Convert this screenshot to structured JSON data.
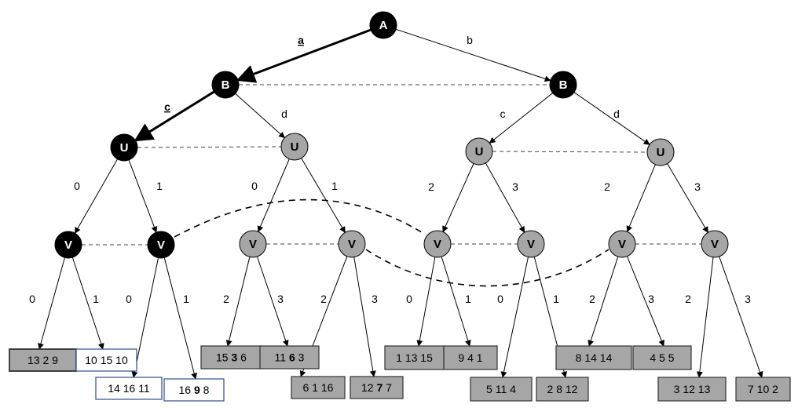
{
  "style": {
    "black_node": "#000000",
    "grey_node": "#a6a6a6",
    "leaf_grey": "#a6a6a6",
    "leaf_border": "#2f4d8a"
  },
  "nodes": [
    {
      "id": "A",
      "label": "A",
      "fill": "black"
    },
    {
      "id": "B1",
      "label": "B",
      "fill": "black"
    },
    {
      "id": "B2",
      "label": "B",
      "fill": "black"
    },
    {
      "id": "U1",
      "label": "U",
      "fill": "black"
    },
    {
      "id": "U2",
      "label": "U",
      "fill": "grey"
    },
    {
      "id": "U3",
      "label": "U",
      "fill": "grey"
    },
    {
      "id": "U4",
      "label": "U",
      "fill": "grey"
    },
    {
      "id": "V1",
      "label": "V",
      "fill": "black"
    },
    {
      "id": "V2",
      "label": "V",
      "fill": "black"
    },
    {
      "id": "V3",
      "label": "V",
      "fill": "grey"
    },
    {
      "id": "V4",
      "label": "V",
      "fill": "grey"
    },
    {
      "id": "V5",
      "label": "V",
      "fill": "grey"
    },
    {
      "id": "V6",
      "label": "V",
      "fill": "grey"
    },
    {
      "id": "V7",
      "label": "V",
      "fill": "grey"
    },
    {
      "id": "V8",
      "label": "V",
      "fill": "grey"
    }
  ],
  "edges": [
    {
      "from": "A",
      "to": "B1",
      "label": "a",
      "bold": true,
      "underline": true
    },
    {
      "from": "A",
      "to": "B2",
      "label": "b",
      "bold": false,
      "underline": false
    },
    {
      "from": "B1",
      "to": "U1",
      "label": "c",
      "bold": true,
      "underline": true
    },
    {
      "from": "B1",
      "to": "U2",
      "label": "d",
      "bold": false,
      "underline": false
    },
    {
      "from": "B2",
      "to": "U3",
      "label": "c",
      "bold": false,
      "underline": false
    },
    {
      "from": "B2",
      "to": "U4",
      "label": "d",
      "bold": false,
      "underline": false
    },
    {
      "from": "U1",
      "to": "V1",
      "label": "0"
    },
    {
      "from": "U1",
      "to": "V2",
      "label": "1"
    },
    {
      "from": "U2",
      "to": "V3",
      "label": "0"
    },
    {
      "from": "U2",
      "to": "V4",
      "label": "1"
    },
    {
      "from": "U3",
      "to": "V5",
      "label": "2"
    },
    {
      "from": "U3",
      "to": "V6",
      "label": "3"
    },
    {
      "from": "U4",
      "to": "V7",
      "label": "2"
    },
    {
      "from": "U4",
      "to": "V8",
      "label": "3"
    },
    {
      "from": "V1",
      "to": "L1",
      "label": "0"
    },
    {
      "from": "V1",
      "to": "L2",
      "label": "1"
    },
    {
      "from": "V2",
      "to": "L3",
      "label": "0"
    },
    {
      "from": "V2",
      "to": "L4",
      "label": "1"
    },
    {
      "from": "V3",
      "to": "L5",
      "label": "2"
    },
    {
      "from": "V3",
      "to": "L6",
      "label": "3"
    },
    {
      "from": "V4",
      "to": "L7",
      "label": "2"
    },
    {
      "from": "V4",
      "to": "L8",
      "label": "3"
    },
    {
      "from": "V5",
      "to": "L9",
      "label": "0"
    },
    {
      "from": "V5",
      "to": "L10",
      "label": "1"
    },
    {
      "from": "V6",
      "to": "L11",
      "label": "0"
    },
    {
      "from": "V6",
      "to": "L12",
      "label": "1"
    },
    {
      "from": "V7",
      "to": "L13",
      "label": "2"
    },
    {
      "from": "V7",
      "to": "L14",
      "label": "3"
    },
    {
      "from": "V8",
      "to": "L15",
      "label": "2"
    },
    {
      "from": "V8",
      "to": "L16",
      "label": "3"
    }
  ],
  "info_sets": [
    {
      "a": "B1",
      "b": "B2"
    },
    {
      "a": "U1",
      "b": "U2"
    },
    {
      "a": "U3",
      "b": "U4"
    },
    {
      "a": "V1",
      "b": "V2"
    },
    {
      "a": "V3",
      "b": "V4"
    },
    {
      "a": "V5",
      "b": "V6"
    },
    {
      "a": "V7",
      "b": "V8"
    }
  ],
  "long_info_sets": [
    {
      "a": "V2",
      "b": "V5"
    },
    {
      "a": "V4",
      "b": "V7"
    }
  ],
  "leaves": [
    {
      "id": "L1",
      "parts": [
        "13 2 9"
      ],
      "fill": "grey"
    },
    {
      "id": "L2",
      "parts": [
        "10 15 10"
      ],
      "fill": "white"
    },
    {
      "id": "L3",
      "parts": [
        "14 16 11"
      ],
      "fill": "white"
    },
    {
      "id": "L4",
      "parts": [
        "16 ",
        "9",
        " 8"
      ],
      "fill": "white"
    },
    {
      "id": "L5",
      "parts": [
        "15 ",
        "3",
        " 6"
      ],
      "fill": "grey"
    },
    {
      "id": "L6",
      "parts": [
        "11 ",
        "6",
        " 3"
      ],
      "fill": "grey"
    },
    {
      "id": "L7",
      "parts": [
        "6 1 16"
      ],
      "fill": "grey"
    },
    {
      "id": "L8",
      "parts": [
        "12 ",
        "7",
        " 7"
      ],
      "fill": "grey"
    },
    {
      "id": "L9",
      "parts": [
        "1 13 15"
      ],
      "fill": "grey"
    },
    {
      "id": "L10",
      "parts": [
        "9 4 1"
      ],
      "fill": "grey"
    },
    {
      "id": "L11",
      "parts": [
        "5 11 4"
      ],
      "fill": "grey"
    },
    {
      "id": "L12",
      "parts": [
        "2 8 12"
      ],
      "fill": "grey"
    },
    {
      "id": "L13",
      "parts": [
        "8 14 14"
      ],
      "fill": "grey"
    },
    {
      "id": "L14",
      "parts": [
        "4 5 5"
      ],
      "fill": "grey"
    },
    {
      "id": "L15",
      "parts": [
        "3 12 13"
      ],
      "fill": "grey"
    },
    {
      "id": "L16",
      "parts": [
        "7 10 2"
      ],
      "fill": "grey"
    }
  ]
}
